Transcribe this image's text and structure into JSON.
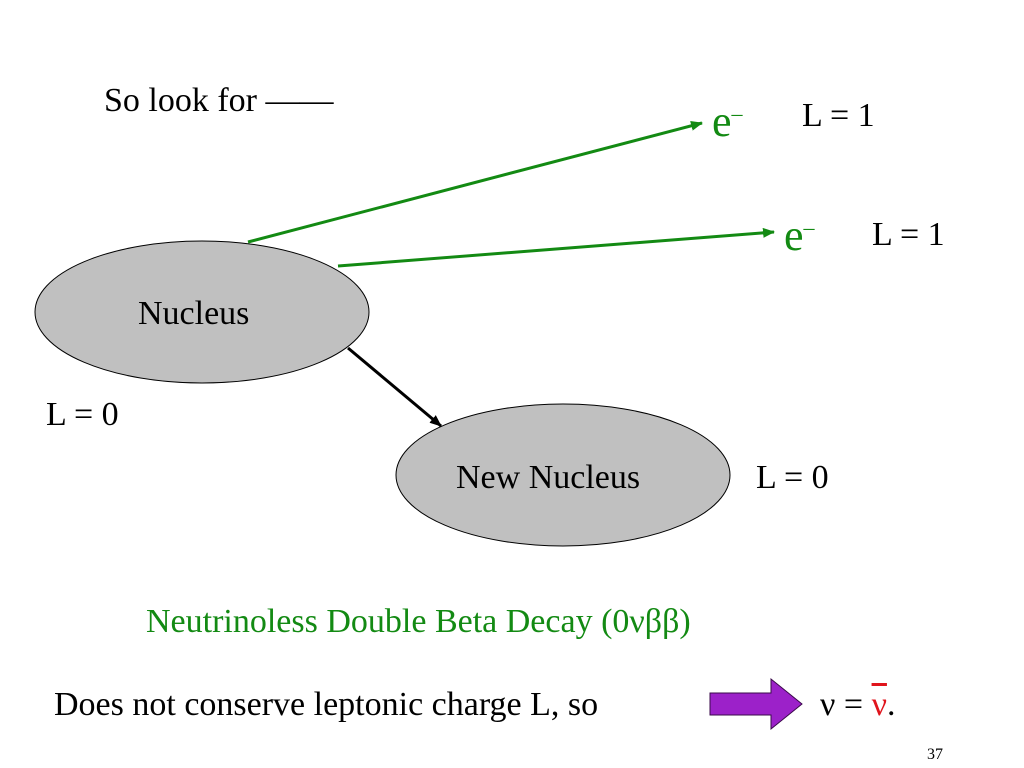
{
  "slide": {
    "intro": "So look for ——",
    "electron_top": {
      "symbol": "e",
      "sup": "–",
      "lepton": "L = 1"
    },
    "electron_bottom": {
      "symbol": "e",
      "sup": "–",
      "lepton": "L = 1"
    },
    "nucleus": {
      "label": "Nucleus",
      "lepton": "L = 0"
    },
    "new_nucleus": {
      "label": "New Nucleus",
      "lepton": "L = 0"
    },
    "title": "Neutrinoless Double Beta Decay (0νββ)",
    "conclusion": "Does not conserve leptonic charge L, so",
    "nu": "ν",
    "equals": " = ",
    "nu_bar": "ν",
    "period": ".",
    "page_number": "37"
  },
  "colors": {
    "arrow_green": "#138a13",
    "ellipse_fill": "#c0c0c0",
    "implication_arrow": "#9c21c9",
    "nu_bar": "#e0141c"
  }
}
